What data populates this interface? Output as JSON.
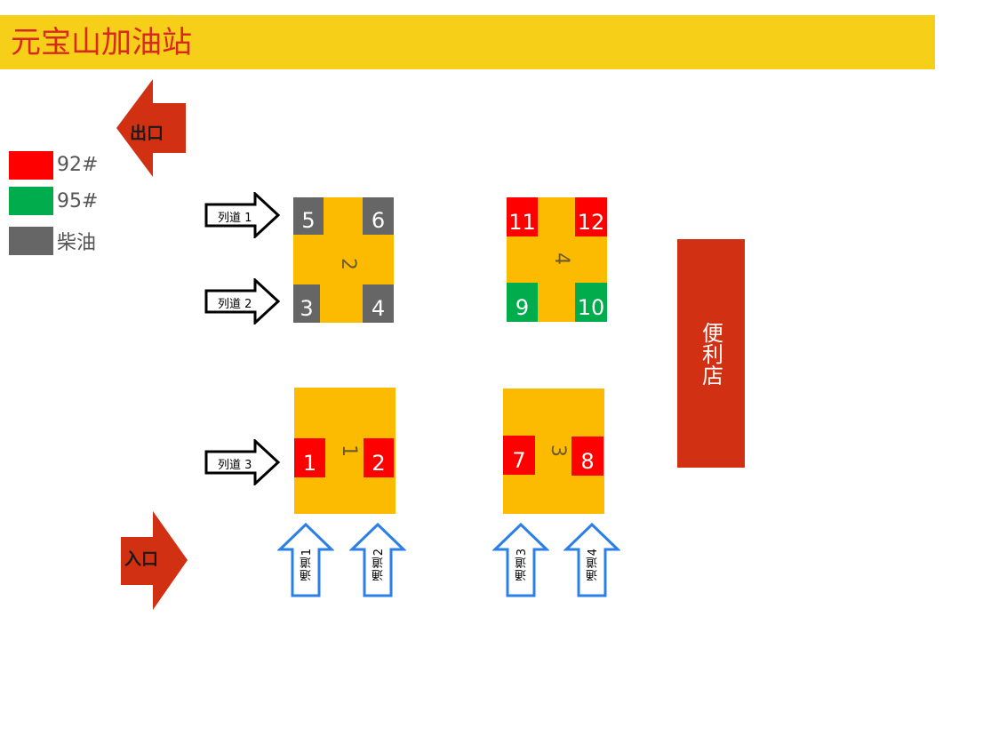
{
  "title": "元宝山加油站",
  "colors": {
    "banner": "#f5cf18",
    "title_text": "#d9291c",
    "fuel_92": "#ff0000",
    "fuel_95": "#00ac4c",
    "diesel": "#666666",
    "island": "#fdbb00",
    "store": "#d13012",
    "exit_arrow": "#d13012",
    "channel_arrow": "#2a80e8"
  },
  "legend": [
    {
      "label": "92#",
      "color": "#ff0000"
    },
    {
      "label": "95#",
      "color": "#00ac4c"
    },
    {
      "label": "柴油",
      "color": "#666666"
    }
  ],
  "exit_label": "出口",
  "entrance_label": "入口",
  "store_label": "便利店",
  "lanes": [
    "列道 1",
    "列道 2",
    "列道 3"
  ],
  "channels": [
    "通道1",
    "通道2",
    "通道3",
    "通道4"
  ],
  "islands": [
    {
      "label": "2",
      "pumps": [
        "5",
        "6",
        "3",
        "4"
      ]
    },
    {
      "label": "4",
      "pumps": [
        "11",
        "12",
        "9",
        "10"
      ]
    },
    {
      "label": "1",
      "pumps": [
        "1",
        "2"
      ]
    },
    {
      "label": "3",
      "pumps": [
        "7",
        "8"
      ]
    }
  ]
}
